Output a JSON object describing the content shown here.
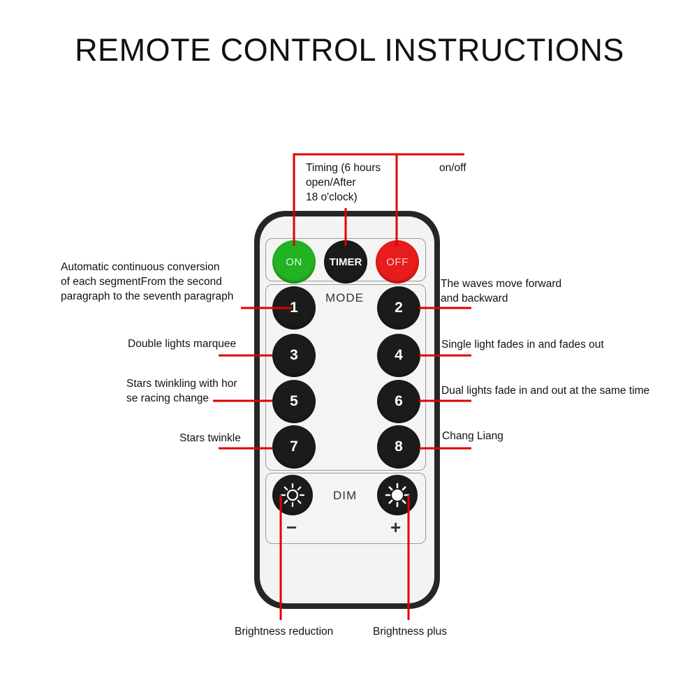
{
  "title": "REMOTE CONTROL INSTRUCTIONS",
  "colors": {
    "accent_line": "#e00000",
    "on_button": "#22b322",
    "off_button": "#e81c1c",
    "dark_button": "#1b1b1b"
  },
  "remote": {
    "buttons": {
      "on": "ON",
      "timer": "TIMER",
      "off": "OFF",
      "modes": [
        "1",
        "2",
        "3",
        "4",
        "5",
        "6",
        "7",
        "8"
      ],
      "dim_minus_icon": "sun-outline-icon",
      "dim_plus_icon": "sun-filled-icon"
    },
    "mode_label": "MODE",
    "dim_label": "DIM",
    "minus": "−",
    "plus": "+"
  },
  "annotations": {
    "timer": [
      "Timing (6 hours",
      "open/After",
      "18 o'clock)"
    ],
    "onoff": "on/off",
    "mode1": [
      "Automatic continuous conversion",
      "of each segmentFrom the second",
      "paragraph to the seventh paragraph"
    ],
    "mode2": [
      "The waves move forward",
      "and backward"
    ],
    "mode3": "Double lights marquee",
    "mode4": "Single light fades in and fades out",
    "mode5": [
      "Stars twinkling with hor",
      "se racing change"
    ],
    "mode6": "Dual lights fade in and out at the same time",
    "mode7": "Stars twinkle",
    "mode8": "Chang Liang",
    "dim_minus": "Brightness reduction",
    "dim_plus": "Brightness plus"
  }
}
